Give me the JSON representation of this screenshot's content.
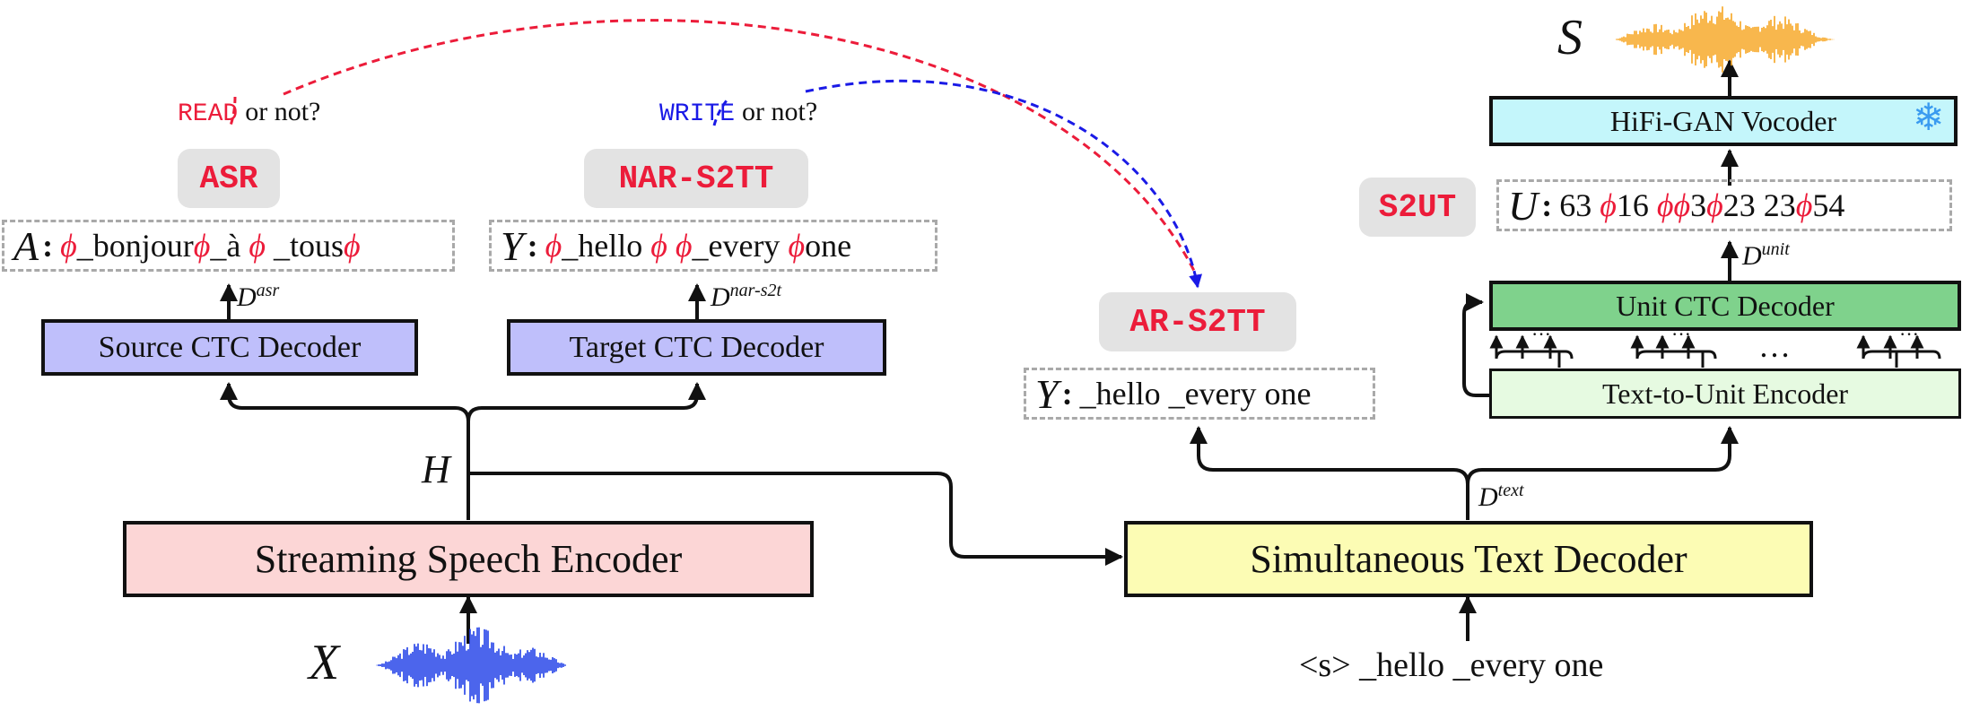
{
  "colors": {
    "phi": "#ec1c3a",
    "read_dash": "#ec1c3a",
    "write_dash": "#1a1ae6",
    "waveform_input": "#1f3ee8",
    "waveform_output": "#f7a521"
  },
  "blocks": {
    "speech_encoder": "Streaming Speech Encoder",
    "text_decoder": "Simultaneous Text Decoder",
    "source_ctc": "Source CTC Decoder",
    "target_ctc": "Target CTC Decoder",
    "unit_ctc": "Unit CTC Decoder",
    "t2u_encoder": "Text-to-Unit Encoder",
    "vocoder": "HiFi-GAN Vocoder",
    "vocoder_icon": "snowflake-icon"
  },
  "tags": {
    "asr": "ASR",
    "nar_s2tt": "NAR-S2TT",
    "ar_s2tt": "AR-S2TT",
    "s2ut": "S2UT"
  },
  "questions": {
    "read_kw": "READ",
    "write_kw": "WRITE",
    "suffix": "or not?"
  },
  "sequences": {
    "asr": {
      "var": "A",
      "colon": ":",
      "tokens": [
        {
          "t": "ϕ",
          "phi": true
        },
        {
          "t": "_bonjour",
          "phi": false
        },
        {
          "t": "ϕ",
          "phi": true
        },
        {
          "t": "_à",
          "phi": false
        },
        {
          "t": " ϕ ",
          "phi": true
        },
        {
          "t": "_tous",
          "phi": false
        },
        {
          "t": "ϕ",
          "phi": true
        }
      ]
    },
    "nar": {
      "var": "Y",
      "colon": ":",
      "tokens": [
        {
          "t": "ϕ",
          "phi": true
        },
        {
          "t": "_hello ",
          "phi": false
        },
        {
          "t": "ϕ ϕ",
          "phi": true
        },
        {
          "t": "_every ",
          "phi": false
        },
        {
          "t": "ϕ",
          "phi": true
        },
        {
          "t": "one",
          "phi": false
        }
      ]
    },
    "ar": {
      "var": "Y",
      "colon": ":",
      "text": "_hello _every one"
    },
    "units": {
      "var": "U",
      "colon": ":",
      "tokens": [
        {
          "t": "63 ",
          "phi": false
        },
        {
          "t": "ϕ",
          "phi": true
        },
        {
          "t": "16 ",
          "phi": false
        },
        {
          "t": "ϕϕ",
          "phi": true
        },
        {
          "t": "3",
          "phi": false
        },
        {
          "t": "ϕ",
          "phi": true
        },
        {
          "t": "23 23",
          "phi": false
        },
        {
          "t": "ϕ",
          "phi": true
        },
        {
          "t": "54",
          "phi": false
        }
      ]
    }
  },
  "labels": {
    "H": "H",
    "X": "X",
    "S": "S",
    "d_asr_base": "D",
    "d_asr_sup": "asr",
    "d_nar_base": "D",
    "d_nar_sup": "nar-s2t",
    "d_text_base": "D",
    "d_text_sup": "text",
    "d_unit_base": "D",
    "d_unit_sup": "unit",
    "ellipsis": "…",
    "small_ellipsis": "···"
  },
  "decoder_input": "<s> _hello _every one"
}
